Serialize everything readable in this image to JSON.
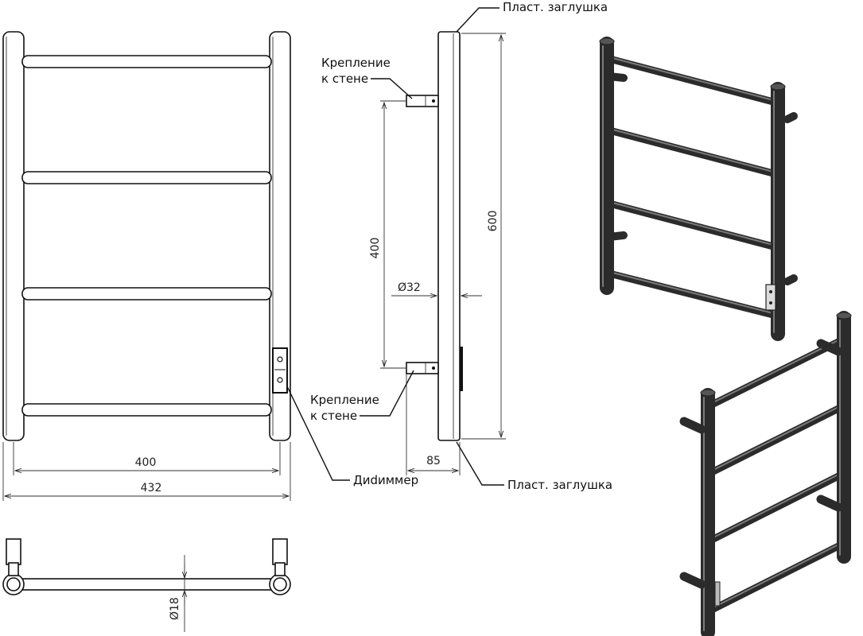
{
  "labels": {
    "cap_top": "Пласт. заглушка",
    "cap_bottom": "Пласт. заглушка",
    "mount_top_line1": "Крепление",
    "mount_top_line2": "к стене",
    "mount_bottom_line1": "Крепление",
    "mount_bottom_line2": "к стене",
    "dimmer": "Диdиммер"
  },
  "dimensions": {
    "inner_width": "400",
    "outer_width": "432",
    "height_total": "600",
    "mount_spacing": "400",
    "tube_diameter": "Ø32",
    "wall_offset": "85",
    "rung_diameter": "Ø18"
  },
  "colors": {
    "line": "#111111",
    "iso_dark": "#2b2b2b",
    "iso_light": "#7a7a7a"
  }
}
